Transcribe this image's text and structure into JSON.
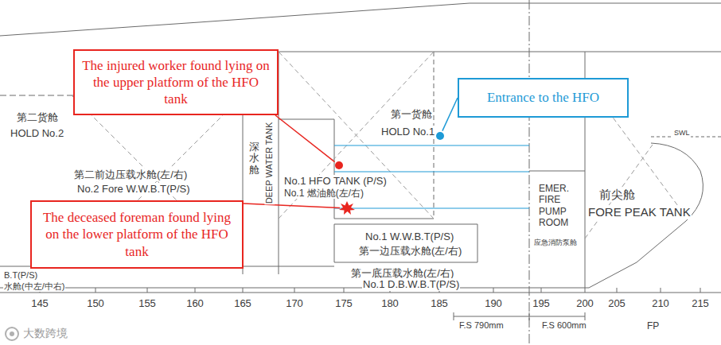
{
  "diagram": {
    "nodes": [
      {
        "text": [
          "The injured worker found lying on the upper platform of the HFO tank"
        ]
      },
      {
        "text": [
          "The deceased foreman found lying on the lower platform of the HFO tank"
        ]
      },
      {
        "text": [
          "Entrance to the HFO"
        ]
      }
    ],
    "labels": [
      "第二货舱",
      "HOLD No.2",
      "第一货舱",
      "HOLD No.1",
      "第二前边压载水舱(左/右)",
      "No.2 Fore W.W.B.T(P/S)",
      "深水舱",
      "DEEP WATER TANK",
      "No.1 HFO TANK (P/S)",
      "No.1 燃油舱(左/右)",
      "EMER. FIRE PUMP ROOM",
      "应急消防泵舱",
      "前尖舱",
      "FORE PEAK TANK",
      "No.1 W.W.B.T(P/S)",
      "第一边压载水舱(左/右)",
      "第一底压载水舱(左/右)",
      "No.1 D.B.W.B.T(P/S)",
      "B.T(P/S)",
      "水舱(中左/中右)",
      "SWL",
      "145",
      "150",
      "155",
      "160",
      "165",
      "170",
      "175",
      "180",
      "185",
      "190",
      "195",
      "200",
      "205",
      "210",
      "215",
      "F.S 790mm",
      "F.S 600mm",
      "FP",
      "大数跨境"
    ]
  }
}
